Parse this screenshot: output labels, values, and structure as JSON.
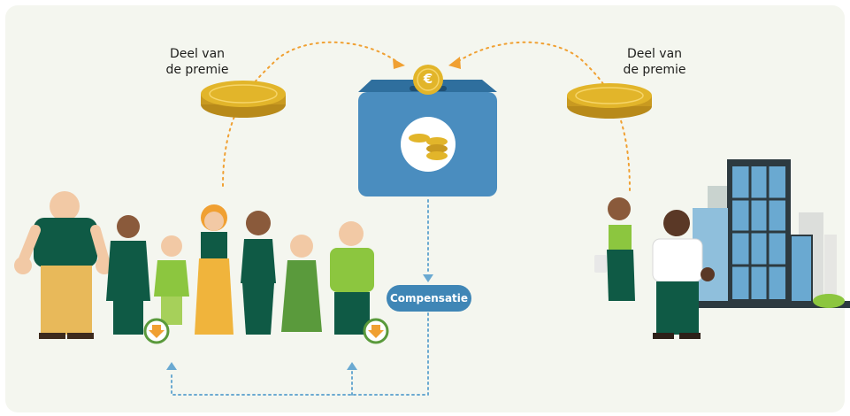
{
  "labels": {
    "left_premium_line1": "Deel van",
    "left_premium_line2": "de premie",
    "right_premium_line1": "Deel van",
    "right_premium_line2": "de premie",
    "compensation": "Compensatie"
  },
  "icons": {
    "coin_symbol": "€"
  },
  "colors": {
    "background": "#f4f6ef",
    "box": "#4a8dbf",
    "box_lid": "#2f6f9e",
    "coin": "#e2b52a",
    "arrow_orange": "#f0a032",
    "arrow_blue": "#6aa9d1",
    "dark_green": "#0f5a45",
    "badge": "#3f86b6"
  }
}
